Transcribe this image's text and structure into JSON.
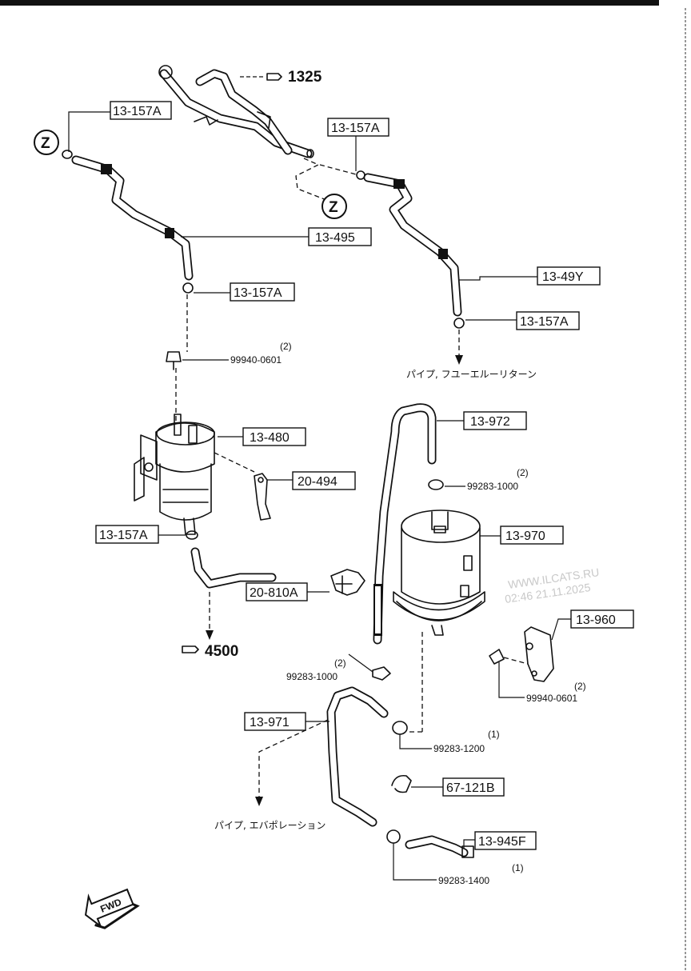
{
  "labels": {
    "l1": "13-157A",
    "l2": "13-157A",
    "l3": "13-495",
    "l4": "13-157A",
    "l5": "13-49Y",
    "l6": "13-157A",
    "l7": "13-480",
    "l8": "20-494",
    "l9": "13-972",
    "l10": "13-970",
    "l11": "13-157A",
    "l12": "20-810A",
    "l13": "13-960",
    "l14": "13-971",
    "l15": "67-121B",
    "l16": "13-945F"
  },
  "refs": {
    "r1325": "1325",
    "r4500": "4500"
  },
  "bolts": {
    "b1": "99940-0601",
    "b2": "99283-1000",
    "b3": "99283-1000",
    "b4": "99940-0601",
    "b5": "99283-1200",
    "b6": "99283-1400"
  },
  "qty": {
    "q1": "(2)",
    "q2": "(2)",
    "q3": "(2)",
    "q4": "(2)",
    "q5": "(1)",
    "q6": "(1)"
  },
  "jp": {
    "return": "パイプ, フユーエルーリターン",
    "evap": "パイプ, エバポレーション"
  },
  "markers": {
    "z": "Z",
    "fwd": "FWD"
  },
  "watermark": {
    "site": "WWW.ILCATS.RU",
    "time": "02:46 21.11.2025"
  }
}
